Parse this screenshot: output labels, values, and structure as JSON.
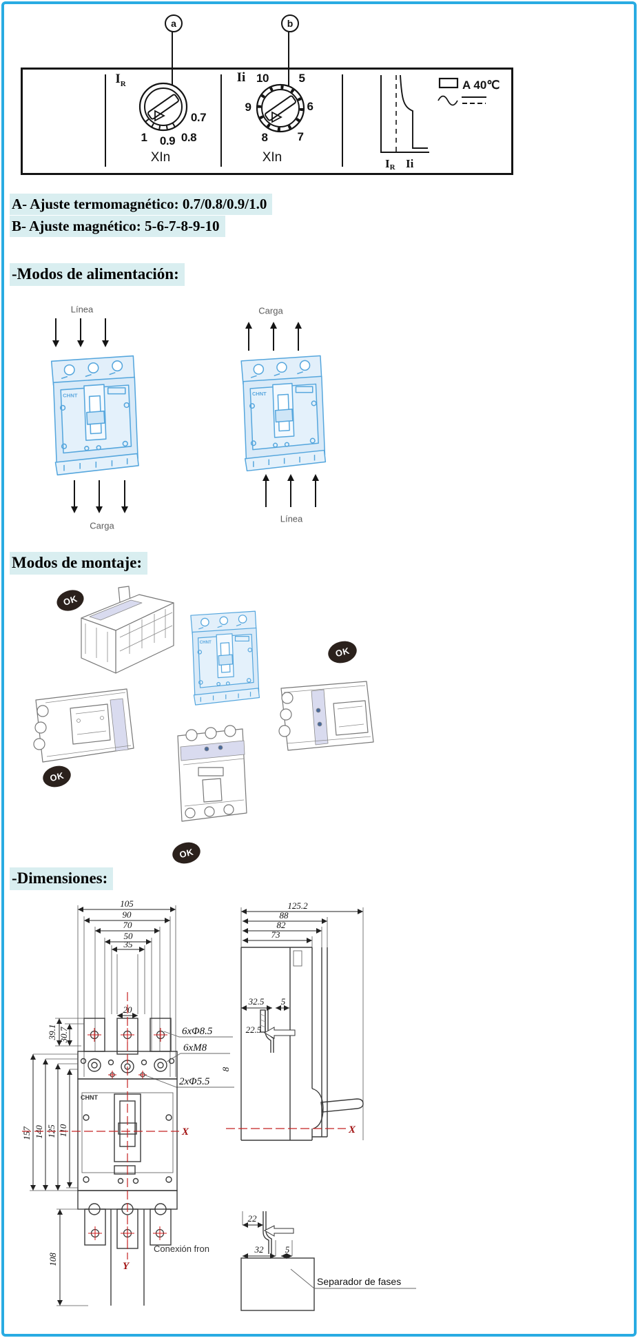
{
  "brand": "CHNT",
  "page": {
    "border_color": "#29abe2",
    "highlight_color": "#d9eef0"
  },
  "panel": {
    "callout_a": "a",
    "callout_b": "b",
    "dial_a": {
      "label_main": "I",
      "label_sub": "R",
      "v1": "0.7",
      "v2": "0.8",
      "v3": "0.9",
      "v4": "1",
      "unit": "XIn"
    },
    "dial_b": {
      "label": "Ii",
      "v10": "10",
      "v5": "5",
      "v9": "9",
      "v6": "6",
      "v8": "8",
      "v7": "7",
      "unit": "XIn"
    },
    "curve": {
      "x1_main": "I",
      "x1_sub": "R",
      "x2": "Ii"
    },
    "legend": {
      "temp": "A 40℃"
    }
  },
  "settings": {
    "line_a": "A- Ajuste termomagnético: 0.7/0.8/0.9/1.0",
    "line_b": "B- Ajuste magnético: 5-6-7-8-9-10"
  },
  "power": {
    "heading": "-Modos de alimentación:",
    "left_top": "Línea",
    "left_bottom": "Carga",
    "right_top": "Carga",
    "right_bottom": "Línea"
  },
  "mounting": {
    "heading": "Modos de montaje:",
    "ok": "OK"
  },
  "dims": {
    "heading": "-Dimensiones:",
    "front": {
      "w1": "105",
      "w2": "90",
      "w3": "70",
      "w4": "50",
      "w5": "35",
      "slot": "20",
      "holes": "6xΦ8.5",
      "thread": "6xM8",
      "small": "2xΦ5.5",
      "o1": "39.1",
      "o2": "30.7",
      "h1": "157",
      "h2": "140",
      "h3": "125",
      "h4": "110",
      "tail": "108",
      "ax": "X",
      "ay": "Y",
      "caption": "Conexión fron"
    },
    "side": {
      "d1": "125.2",
      "d2": "88",
      "d3": "82",
      "d4": "73",
      "b1": "32.5",
      "b2": "5",
      "b3": "22.5",
      "m": "8",
      "c1": "22",
      "c2": "32",
      "c3": "5",
      "ax": "X",
      "separator": "Separador de fases"
    }
  }
}
